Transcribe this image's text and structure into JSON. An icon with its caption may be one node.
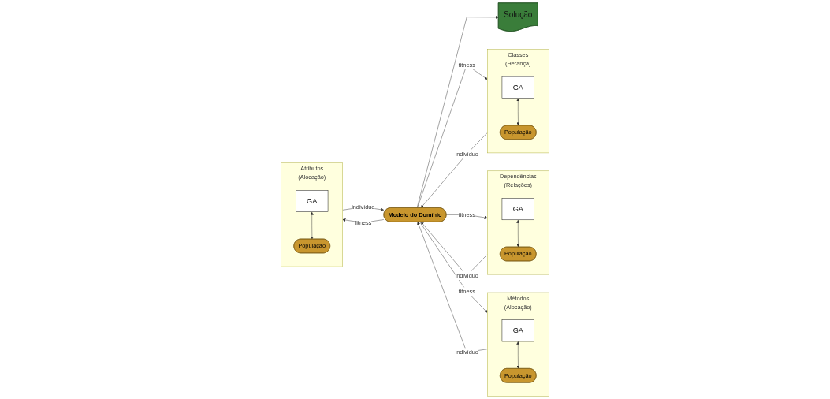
{
  "diagram": {
    "nodes": [
      {
        "text": [
          "Classes"
        ],
        "beside": [
          "(Herança)"
        ]
      },
      {
        "text": [
          "GA"
        ],
        "in": 0
      },
      {
        "text": [
          "População"
        ],
        "in": 0
      },
      {
        "text": [
          "Dependências"
        ],
        "beside": [
          "(Relações)"
        ]
      },
      {
        "text": [
          "GA"
        ],
        "in": 3
      },
      {
        "text": [
          "População"
        ],
        "in": 3
      },
      {
        "text": [
          "Solução"
        ]
      },
      {
        "text": [
          "Modelo do Domínio"
        ]
      },
      {
        "text": [
          "Métodos"
        ],
        "beside": [
          "(Alocação)"
        ]
      },
      {
        "text": [
          "GA"
        ],
        "in": 8
      },
      {
        "text": [
          "População"
        ],
        "in": 8
      },
      {
        "text": [
          "Atributos"
        ],
        "beside": [
          "(Alocação)"
        ]
      },
      {
        "text": [
          "GA"
        ],
        "in": 11
      },
      {
        "text": [
          "População"
        ],
        "in": 11
      }
    ],
    "edges": [
      {
        "from": 1,
        "to": 2,
        "arrow": "both"
      },
      {
        "from": 4,
        "to": 5,
        "arrow": "both"
      },
      {
        "from": 9,
        "to": 10,
        "arrow": "both"
      },
      {
        "from": 12,
        "to": 13,
        "arrow": "both"
      },
      {
        "from": 7,
        "to": 0,
        "label": "fitness",
        "arrow": "to"
      },
      {
        "from": 0,
        "to": 7,
        "label": "indivíduo",
        "arrow": "to"
      },
      {
        "from": 7,
        "to": 6,
        "arrow": "to"
      },
      {
        "from": 7,
        "to": 3,
        "label": "fitness",
        "arrow": "to"
      },
      {
        "from": 3,
        "to": 7,
        "label": "indivíduo",
        "arrow": "to"
      },
      {
        "from": 8,
        "to": 7,
        "label": "indivíduo",
        "arrow": "to"
      },
      {
        "from": 7,
        "to": 8,
        "label": "fitness",
        "arrow": "to"
      },
      {
        "from": 11,
        "to": 7,
        "label": "indivíduo",
        "arrow": "to"
      },
      {
        "from": 7,
        "to": 11,
        "label": "fitness",
        "arrow": "to"
      }
    ]
  }
}
